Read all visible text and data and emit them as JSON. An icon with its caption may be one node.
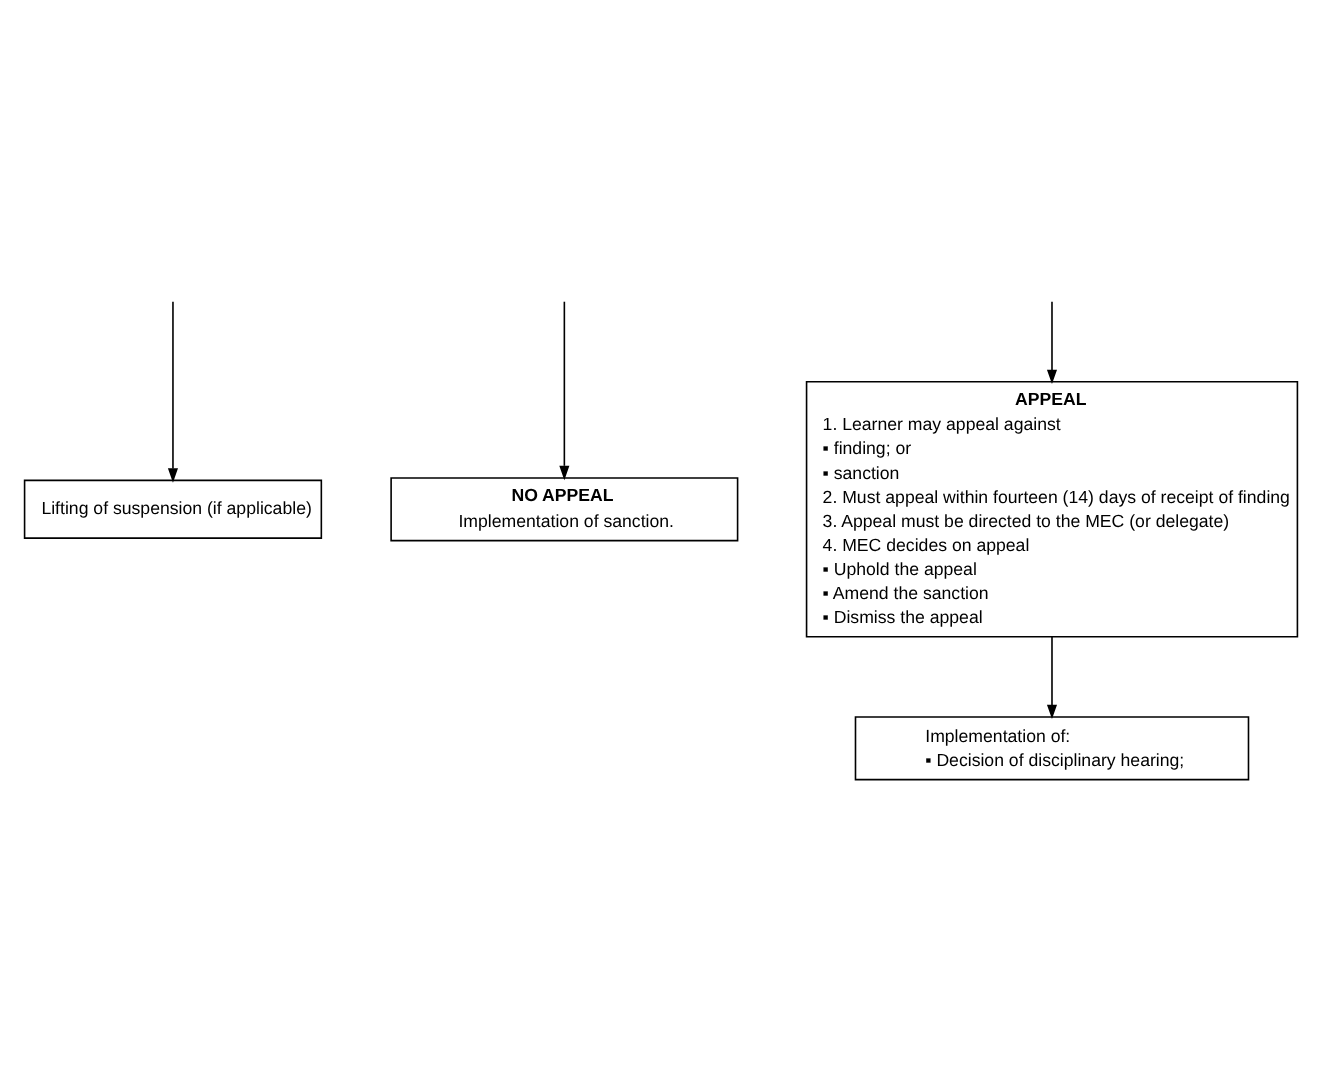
{
  "diagram": {
    "nodes": [
      {
        "text": [
          "Lifting of suspension (if applicable)"
        ]
      },
      {
        "text": [
          "NO APPEAL",
          "Implementation of sanction."
        ]
      },
      {
        "text": [
          "APPEAL",
          "1. Learner may appeal against",
          "▪ finding; or",
          "▪ sanction",
          "2. Must appeal within fourteen (14) days of receipt of finding",
          "3. Appeal must be directed to the MEC (or delegate)",
          "4. MEC decides on appeal",
          "▪ Uphold the appeal",
          "▪ Amend the sanction",
          "▪ Dismiss the appeal"
        ]
      },
      {
        "text": [
          "Implementation of:",
          "▪ Decision of disciplinary hearing;"
        ]
      }
    ],
    "edges": [
      {
        "from": null,
        "to": 0,
        "arrow": "to"
      },
      {
        "from": null,
        "to": 1,
        "arrow": "to"
      },
      {
        "from": null,
        "to": 2,
        "arrow": "to"
      },
      {
        "from": 2,
        "to": 3,
        "arrow": "to"
      }
    ]
  }
}
